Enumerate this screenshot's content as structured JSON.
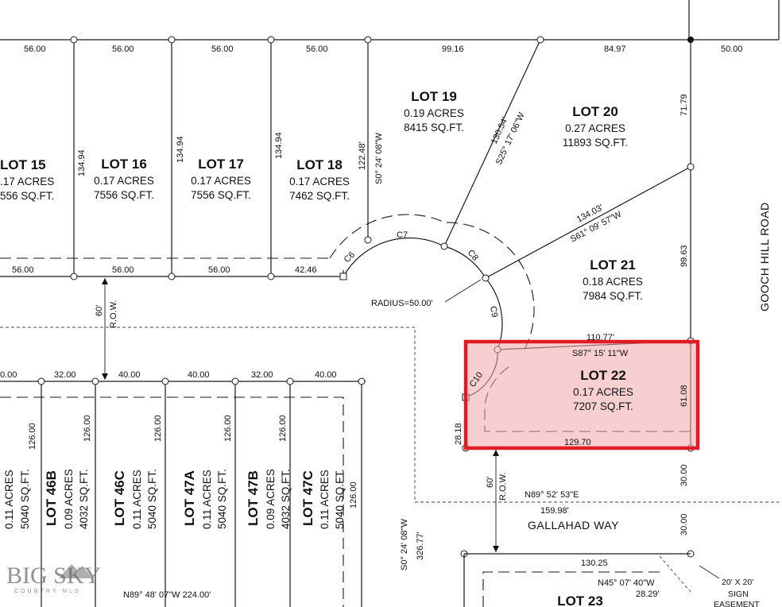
{
  "lots": {
    "lot15": {
      "title": "LOT 15",
      "acres": ".17 ACRES",
      "sqft": "556 SQ.FT."
    },
    "lot16": {
      "title": "LOT 16",
      "acres": "0.17 ACRES",
      "sqft": "7556 SQ.FT."
    },
    "lot17": {
      "title": "LOT 17",
      "acres": "0.17 ACRES",
      "sqft": "7556 SQ.FT."
    },
    "lot18": {
      "title": "LOT 18",
      "acres": "0.17 ACRES",
      "sqft": "7462 SQ.FT."
    },
    "lot19": {
      "title": "LOT 19",
      "acres": "0.19 ACRES",
      "sqft": "8415 SQ.FT."
    },
    "lot20": {
      "title": "LOT 20",
      "acres": "0.27 ACRES",
      "sqft": "11893 SQ.FT."
    },
    "lot21": {
      "title": "LOT 21",
      "acres": "0.18 ACRES",
      "sqft": "7984 SQ.FT."
    },
    "lot22": {
      "title": "LOT 22",
      "acres": "0.17 ACRES",
      "sqft": "7207 SQ.FT."
    },
    "lot23": {
      "title": "LOT 23"
    },
    "lot46b": {
      "title": "LOT 46B",
      "acres": "0.09 ACRES",
      "sqft": "4032 SQ.FT."
    },
    "lot46c": {
      "title": "LOT 46C",
      "acres": "0.11 ACRES",
      "sqft": "5040 SQ.FT."
    },
    "lot47a": {
      "title": "LOT 47A",
      "acres": "0.11 ACRES",
      "sqft": "5040 SQ.FT."
    },
    "lot47b": {
      "title": "LOT 47B",
      "acres": "0.09 ACRES",
      "sqft": "4032 SQ.FT."
    },
    "lot47c": {
      "title": "LOT 47C",
      "acres": "0.11 ACRES",
      "sqft": "5040 SQ.FT."
    },
    "lot46a_partial": {
      "acres": "0.11 ACRES",
      "sqft": "5040 SQ.FT."
    }
  },
  "roads": {
    "gooch_hill": "GOOCH HILL ROAD",
    "gallahad": "GALLAHAD WAY",
    "row_label": "R.O.W.",
    "row_width": "60'"
  },
  "dims": {
    "top": [
      "56.00",
      "56.00",
      "56.00",
      "56.00",
      "99.16",
      "84.97",
      "50.00"
    ],
    "mid": [
      "56.00",
      "56.00",
      "56.00",
      "42.46"
    ],
    "depth": "134.94",
    "lot18_side": "122.48'",
    "lot18_bearing": "S0° 24' 08\"W",
    "lot19_20_dist": "130.54'",
    "lot19_20_bearing": "S25° 17' 06\"W",
    "lot20_side": "71.79",
    "lot20_21_dist": "134.03'",
    "lot20_21_bearing": "S61° 09' 57\"W",
    "lot21_side": "99.63",
    "lot21_22_dist": "110.77'",
    "lot21_22_bearing": "S87° 15' 11\"W",
    "lot22_side": "61.08",
    "lot22_bottom": "129.70",
    "lot22_left": "28.18",
    "radius": "RADIUS=50.00'",
    "curves": [
      "C6",
      "C7",
      "C8",
      "C9",
      "C10"
    ],
    "lower_widths": [
      "0.00",
      "32.00",
      "40.00",
      "40.00",
      "32.00",
      "40.00"
    ],
    "lower_depth": "126.00",
    "row_east_1": "30.00",
    "row_east_2": "30.00",
    "gallahad_bearing": "N89° 52' 53\"E",
    "gallahad_dist": "159.98'",
    "west_bearing": "S0° 24' 08\"W",
    "west_dist": "326.77'",
    "lot23_top": "130.25",
    "easement_bearing": "N45° 07' 40\"W",
    "easement_dist": "28.29'",
    "bottom_bearing": "N89° 48' 07\"W  224.00'",
    "lot47c_depth": "126.00"
  },
  "easement": {
    "line1": "20' X 20'",
    "line2": "SIGN",
    "line3": "EASEMENT"
  },
  "watermark": {
    "brand": "BIG SKY",
    "sub": "COUNTRY MLS"
  },
  "colors": {
    "highlight": "#e01b24",
    "highlight_fill": "#f3a7ab"
  }
}
